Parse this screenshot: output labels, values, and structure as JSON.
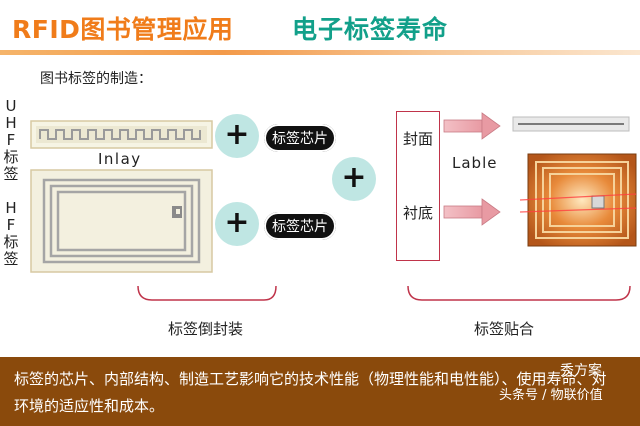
{
  "header": {
    "title_left": "RFID图书管理应用",
    "title_right": "电子标签寿命"
  },
  "subtitle": "图书标签的制造：",
  "labels": {
    "uhf": "UHF标签",
    "hf": "HF标签",
    "inlay": "Inlay",
    "chip_top": "标签芯片",
    "chip_bottom": "标签芯片",
    "plus": "+",
    "cover_top": "封面",
    "cover_bottom": "衬底",
    "lable": "Lable",
    "step_left": "标签倒封装",
    "step_right": "标签贴合"
  },
  "banner": {
    "text": "标签的芯片、内部结构、制造工艺影响它的技术性能（物理性能和电性能）、使用寿命、对环境的适应性和成本。"
  },
  "watermark": {
    "brand": "秀方案",
    "source": "头条号 / 物联价值"
  },
  "colors": {
    "title_orange": "#f07c1a",
    "title_teal": "#12a08a",
    "plus_fill": "#bfe6e3",
    "bracket_red": "#c0344a",
    "banner_brown": "#8a4a0c"
  }
}
